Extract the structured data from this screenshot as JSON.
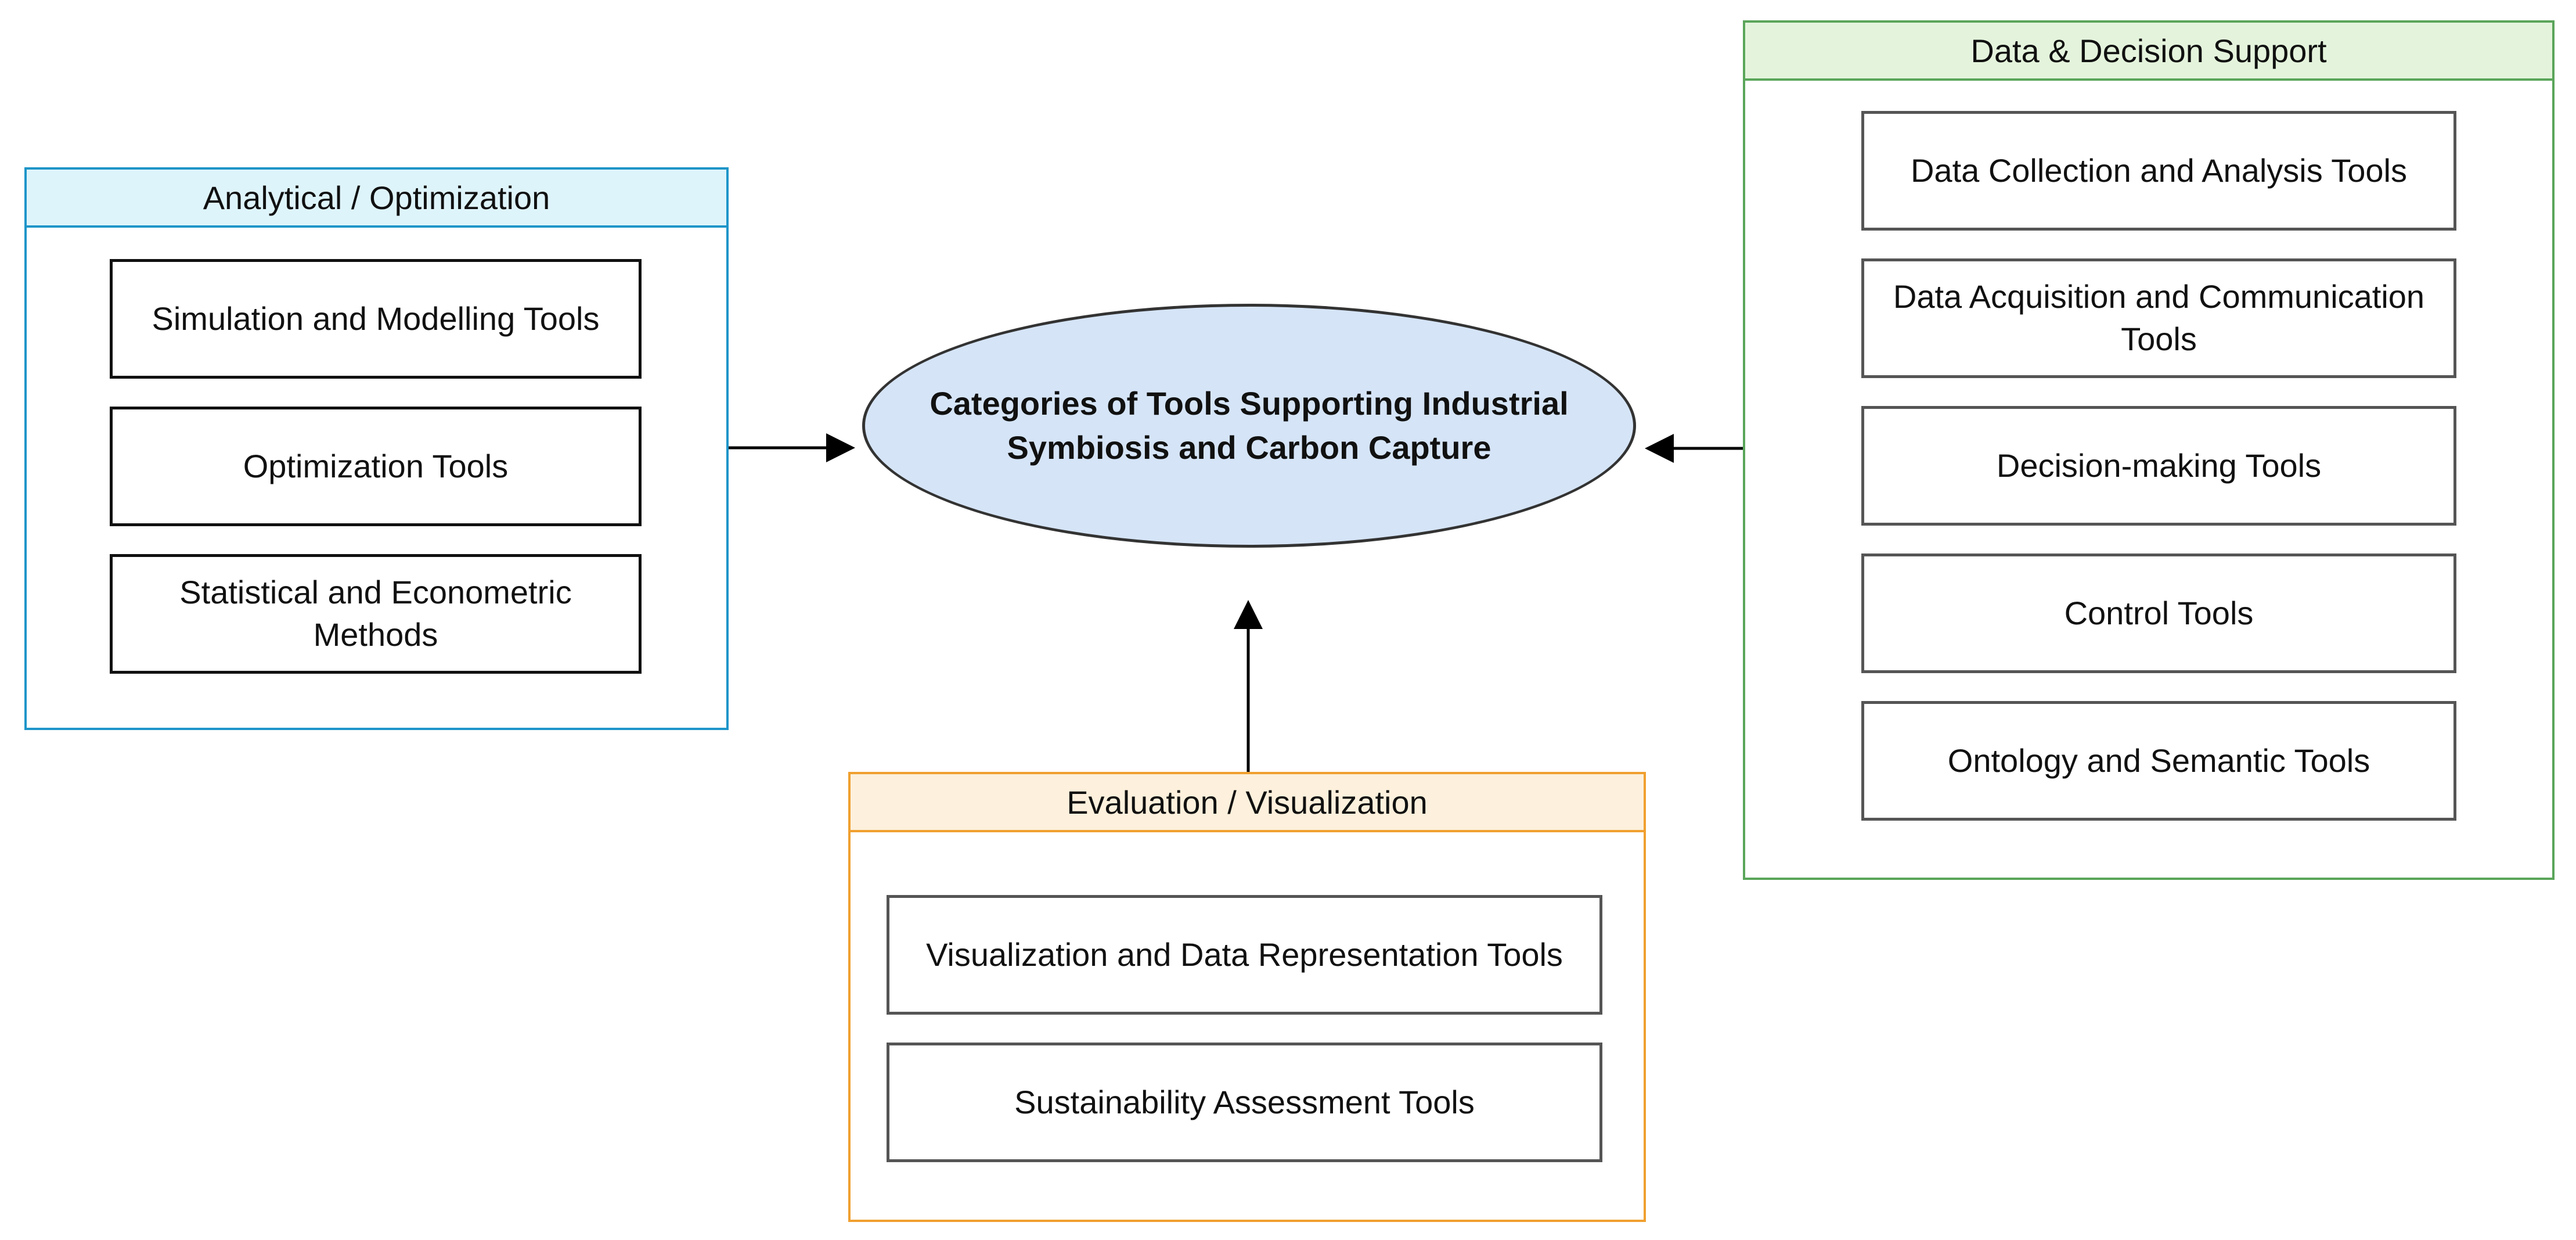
{
  "center": {
    "title": "Categories of Tools Supporting Industrial Symbiosis and Carbon Capture"
  },
  "groups": {
    "analytical": {
      "title": "Analytical / Optimization",
      "color": "#1e95c8",
      "header_fill": "#def4fb",
      "items": [
        "Simulation and Modelling Tools",
        "Optimization Tools",
        "Statistical and Econometric Methods"
      ]
    },
    "data_decision": {
      "title": "Data & Decision Support",
      "color": "#5aa55a",
      "header_fill": "#e4f4dc",
      "items": [
        "Data Collection and Analysis Tools",
        "Data Acquisition and Communication Tools",
        "Decision-making Tools",
        "Control Tools",
        "Ontology and Semantic Tools"
      ]
    },
    "evaluation": {
      "title": "Evaluation / Visualization",
      "color": "#f0a030",
      "header_fill": "#fdf0dc",
      "items": [
        "Visualization and Data Representation Tools",
        "Sustainability Assessment Tools"
      ]
    }
  }
}
